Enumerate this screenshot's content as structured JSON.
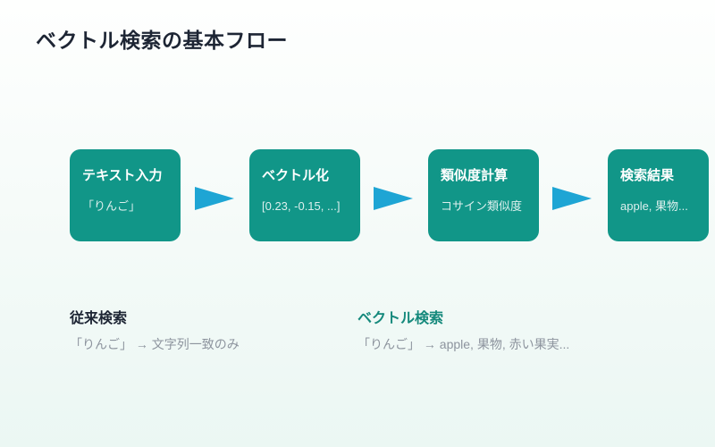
{
  "slide": {
    "title": "ベクトル検索の基本フロー"
  },
  "colors": {
    "background_top": "#fefffe",
    "background_bottom": "#ebf7f3",
    "step_box": "#119688",
    "arrow": "#1ea5d4",
    "title_text": "#1d2534",
    "muted_text": "#8d949e",
    "accent_heading": "#15897c"
  },
  "flow": {
    "steps": [
      {
        "title": "テキスト入力",
        "subtitle": "「りんご」"
      },
      {
        "title": "ベクトル化",
        "subtitle": "[0.23, -0.15, ...]"
      },
      {
        "title": "類似度計算",
        "subtitle": "コサイン類似度"
      },
      {
        "title": "検索結果",
        "subtitle": "apple, 果物..."
      }
    ]
  },
  "comparison": {
    "traditional": {
      "heading": "従来検索",
      "description": "「りんご」 → 文字列一致のみ"
    },
    "vector": {
      "heading": "ベクトル検索",
      "description": "「りんご」 → apple, 果物, 赤い果実..."
    }
  }
}
